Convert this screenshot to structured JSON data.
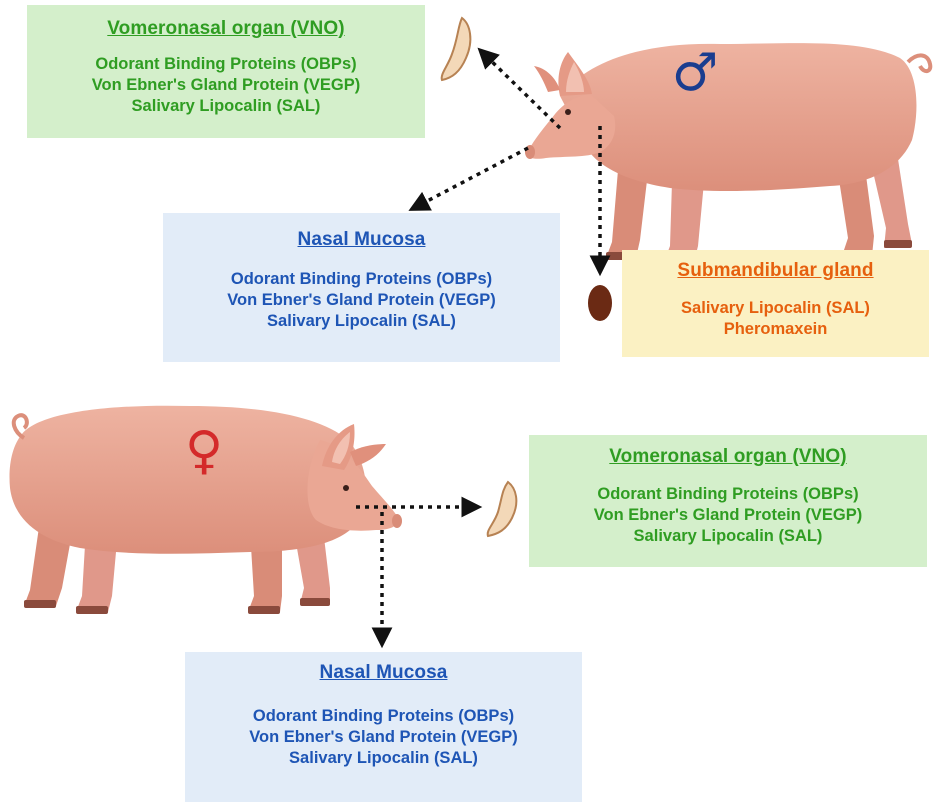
{
  "male": {
    "symbol": "♂",
    "vno": {
      "title": "Vomeronasal organ (VNO)",
      "lines": [
        "Odorant Binding Proteins (OBPs)",
        "Von Ebner's Gland Protein (VEGP)",
        "Salivary Lipocalin (SAL)"
      ]
    },
    "nasal": {
      "title": "Nasal Mucosa",
      "lines": [
        "Odorant  Binding Proteins (OBPs)",
        "Von Ebner's Gland Protein (VEGP)",
        "Salivary Lipocalin (SAL)"
      ]
    },
    "submandibular": {
      "title": "Submandibular gland",
      "lines": [
        "Salivary Lipocalin (SAL)",
        "Pheromaxein"
      ]
    }
  },
  "female": {
    "symbol": "♀",
    "vno": {
      "title": "Vomeronasal organ (VNO)",
      "lines": [
        "Odorant Binding Proteins (OBPs)",
        "Von Ebner's Gland Protein (VEGP)",
        "Salivary Lipocalin (SAL)"
      ]
    },
    "nasal": {
      "title": "Nasal Mucosa",
      "lines": [
        "Odorant  Binding Proteins (OBPs)",
        "Von Ebner's Gland Protein (VEGP)",
        "Salivary Lipocalin (SAL)"
      ]
    }
  },
  "colors": {
    "vno_bg": "#d4efcb",
    "vno_text": "#2f9d22",
    "nasal_bg": "#e2ecf8",
    "nasal_text": "#1e55b5",
    "gland_bg": "#fbf1c3",
    "gland_text": "#e6600e",
    "male_symbol": "#1a3d8f",
    "female_symbol": "#d42a2a",
    "pig_skin": "#e9a38f"
  }
}
